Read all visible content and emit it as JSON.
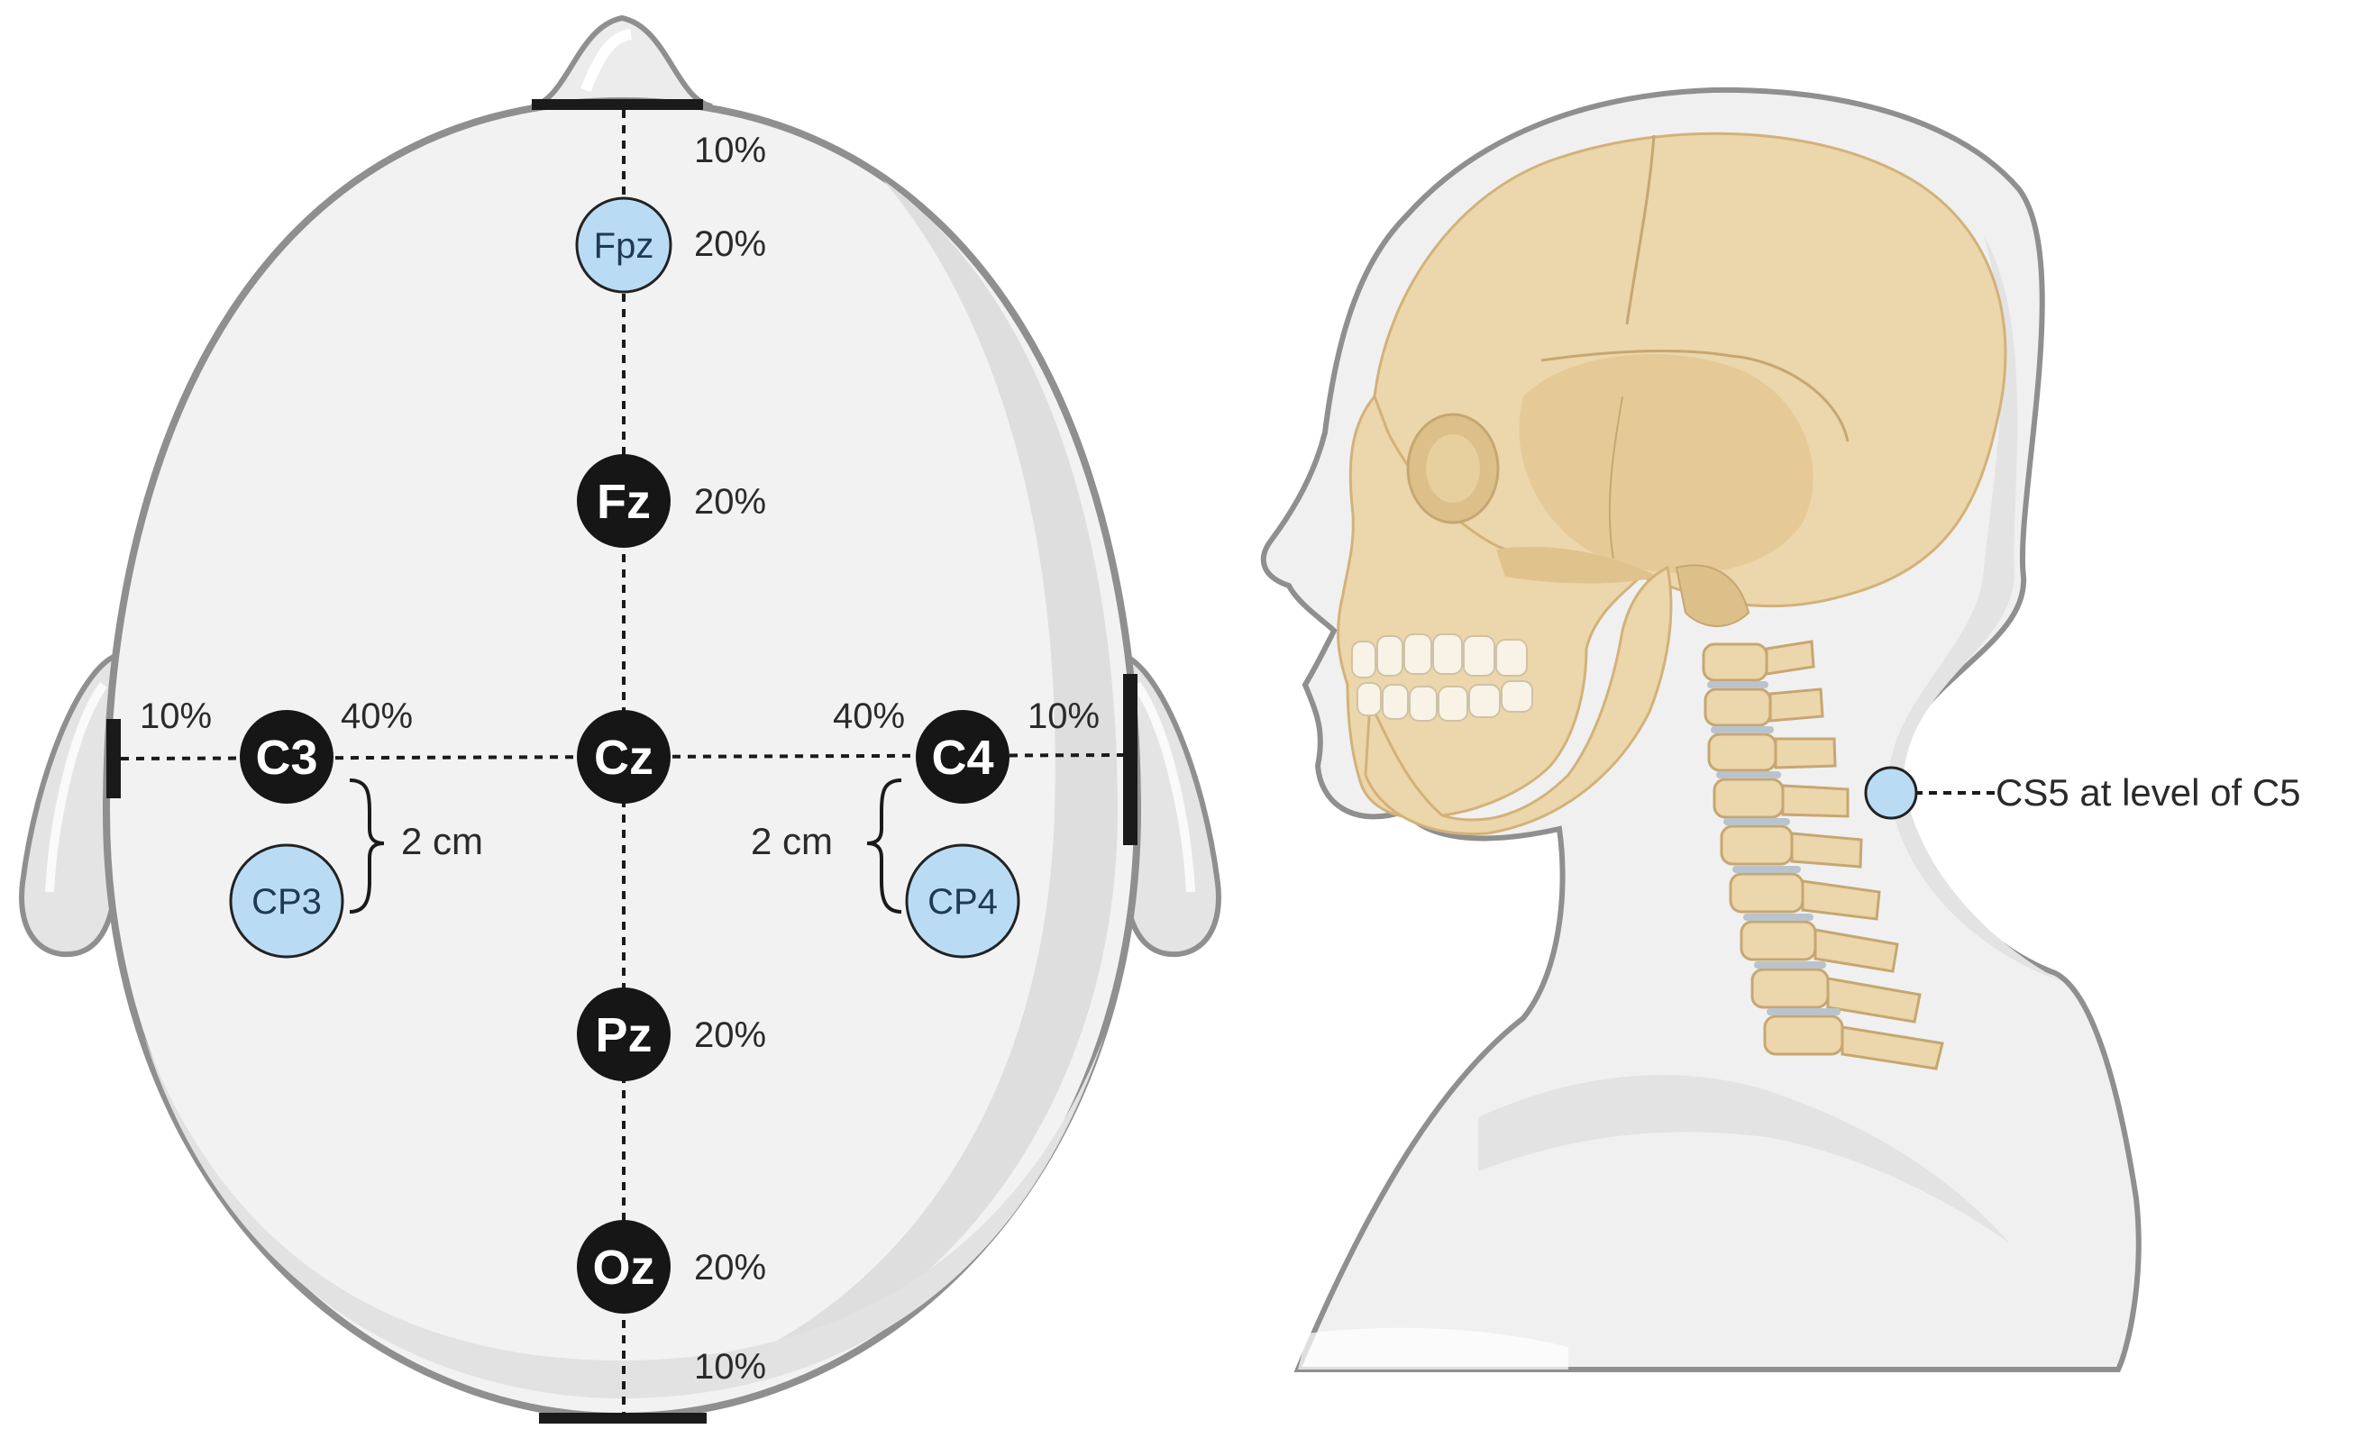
{
  "electrodes": {
    "fpz": "Fpz",
    "fz": "Fz",
    "cz": "Cz",
    "pz": "Pz",
    "oz": "Oz",
    "c3": "C3",
    "c4": "C4",
    "cp3": "CP3",
    "cp4": "CP4"
  },
  "percentages": {
    "nasion_top": "10%",
    "fpz": "20%",
    "fz": "20%",
    "pz": "20%",
    "oz": "20%",
    "inion_bottom": "10%",
    "left_ear": "10%",
    "c3_cz": "40%",
    "cz_c4": "40%",
    "right_ear": "10%"
  },
  "distances": {
    "left": "2 cm",
    "right": "2 cm"
  },
  "cervical_label": "CS5 at level of C5",
  "colors": {
    "electrode_dark": "#161616",
    "electrode_light": "#b9dcf4",
    "head_fill": "#f2f2f2",
    "head_outline": "#8f8f8f",
    "bone": "#ecd6ab",
    "bone_shade": "#d9bd8a"
  }
}
